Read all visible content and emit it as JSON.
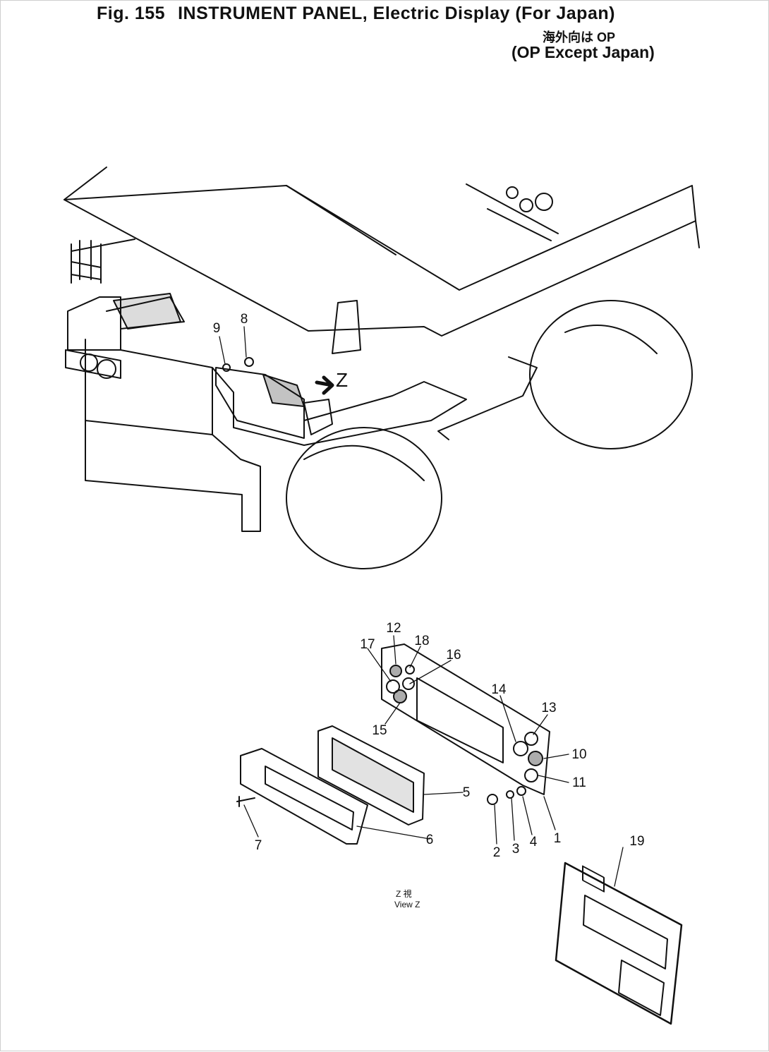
{
  "header": {
    "fig_number": "Fig. 155",
    "title": "INSTRUMENT PANEL, Electric Display (For Japan)",
    "note_japanese": "海外向は OP",
    "note_english": "(OP Except Japan)"
  },
  "view": {
    "arrow_label": "Z",
    "view_label_jp": "Z 視",
    "view_label_en": "View Z"
  },
  "callouts": {
    "c1": "1",
    "c2": "2",
    "c3": "3",
    "c4": "4",
    "c5": "5",
    "c6": "6",
    "c7": "7",
    "c8": "8",
    "c9": "9",
    "c10": "10",
    "c11": "11",
    "c12": "12",
    "c13": "13",
    "c14": "14",
    "c15": "15",
    "c16": "16",
    "c17": "17",
    "c18": "18",
    "c19": "19"
  }
}
